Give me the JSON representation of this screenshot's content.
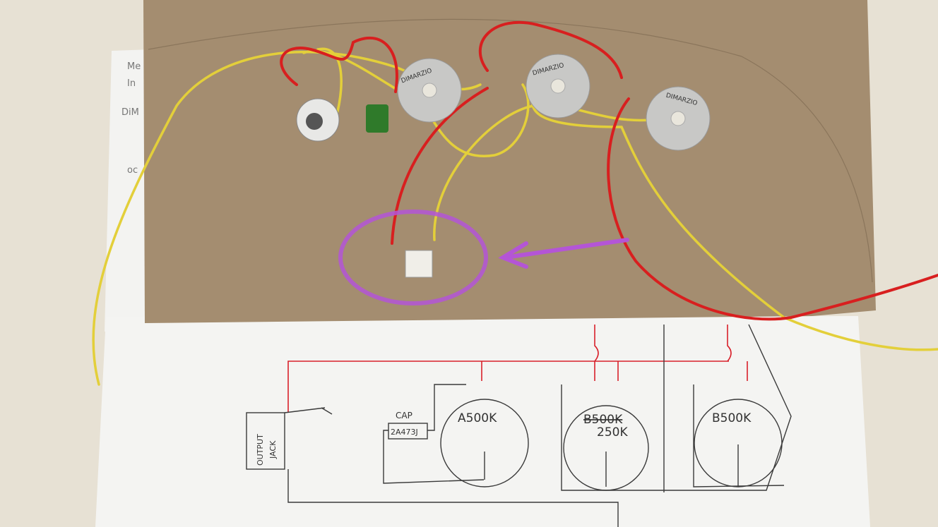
{
  "photo": {
    "notes_paper": {
      "lines": [
        "Me",
        "In",
        "DiM",
        "oc"
      ]
    },
    "pots": [
      {
        "brand": "DIMARZIO"
      },
      {
        "brand": "DIMARZIO"
      },
      {
        "brand": "DIMARZIO"
      }
    ],
    "annotation_color": "#b455d6",
    "schematic": {
      "jack_label_1": "OUTPUT",
      "jack_label_2": "JACK",
      "cap_label": "CAP",
      "cap_value": "2A473J",
      "pot1_label": "A500K",
      "pot2_label_struck": "B500K",
      "pot2_label": "250K",
      "pot3_label": "B500K"
    }
  }
}
